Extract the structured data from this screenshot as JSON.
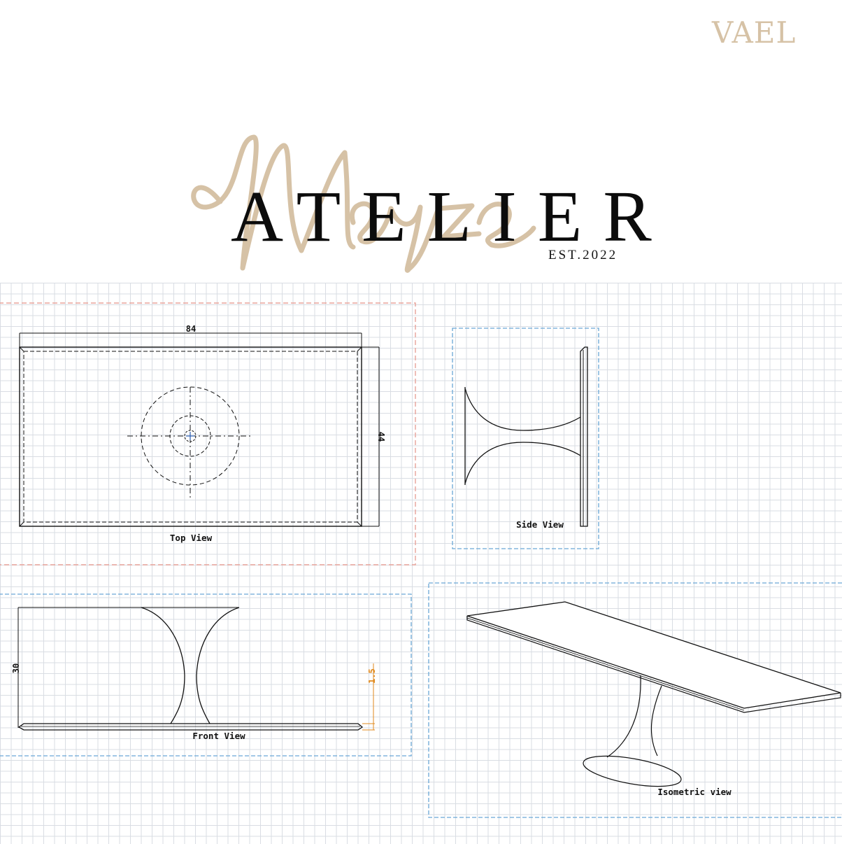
{
  "brand": {
    "corner_mark": "VAEL",
    "script_name": "Mayze",
    "wordmark": "ATELIER",
    "established": "EST.2022"
  },
  "views": {
    "top": {
      "label": "Top View",
      "width_dim": "84",
      "depth_dim": "44"
    },
    "side": {
      "label": "Side View"
    },
    "front": {
      "label": "Front View",
      "height_dim": "30",
      "top_thickness_dim": "1.5"
    },
    "iso": {
      "label": "Isometric view"
    }
  },
  "colors": {
    "gold": "#d6c2a6",
    "ink": "#111111",
    "grid": "#d9dde3",
    "red_frame": "#e8a39a",
    "blue_frame": "#6aa8d6",
    "orange_dim": "#e08a1e"
  }
}
